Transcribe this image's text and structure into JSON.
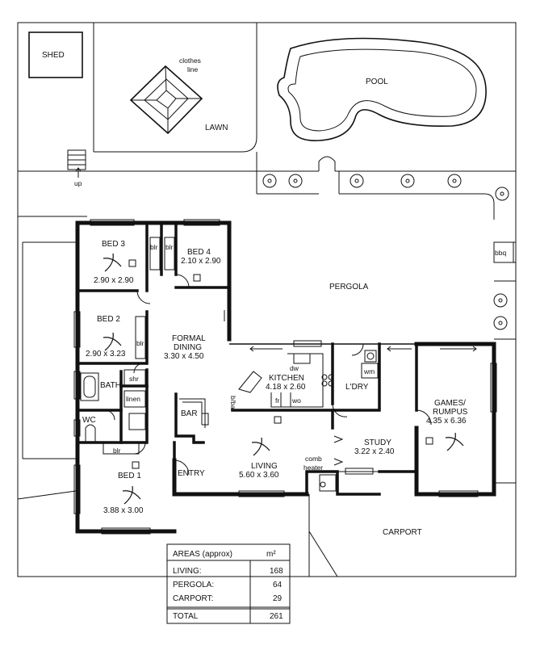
{
  "outdoor": {
    "shed": "SHED",
    "clothes_line": [
      "clothes",
      "line"
    ],
    "lawn": "LAWN",
    "pool": "POOL",
    "up": "up",
    "bbq": "bbq",
    "pergola": "PERGOLA",
    "carport": "CARPORT"
  },
  "rooms": {
    "bed3": {
      "name": "BED 3",
      "size": "2.90 x 2.90"
    },
    "bed4": {
      "name": "BED 4",
      "size": "2.10 x 2.90"
    },
    "bed2": {
      "name": "BED 2",
      "size": "2.90 x 3.23"
    },
    "bed1": {
      "name": "BED 1",
      "size": "3.88 x 3.00"
    },
    "formal_dining": {
      "name": [
        "FORMAL",
        "DINING"
      ],
      "size": "3.30 x 4.50"
    },
    "kitchen": {
      "name": "KITCHEN",
      "size": "4.18 x 2.60"
    },
    "living": {
      "name": "LIVING",
      "size": "5.60 x 3.60"
    },
    "study": {
      "name": "STUDY",
      "size": "3.22 x 2.40"
    },
    "games": {
      "name": [
        "GAMES/",
        "RUMPUS"
      ],
      "size": "4.35 x 6.36"
    },
    "bath": "BATH",
    "wc": "WC",
    "ldry": "L'DRY",
    "bar": "BAR",
    "entry": "ENTRY"
  },
  "fixtures": {
    "blr": "blr",
    "shr": "shr",
    "linen": "linen",
    "dw": "dw",
    "fr": "fr",
    "wo": "wo",
    "wm": "wm",
    "bbar": "b/bar",
    "comb_heater": [
      "comb",
      "heater"
    ]
  },
  "areas": {
    "title": "AREAS (approx)",
    "unit": "m²",
    "rows": [
      {
        "label": "LIVING:",
        "value": "168"
      },
      {
        "label": "PERGOLA:",
        "value": "64"
      },
      {
        "label": "CARPORT:",
        "value": "29"
      }
    ],
    "total": {
      "label": "TOTAL",
      "value": "261"
    }
  }
}
